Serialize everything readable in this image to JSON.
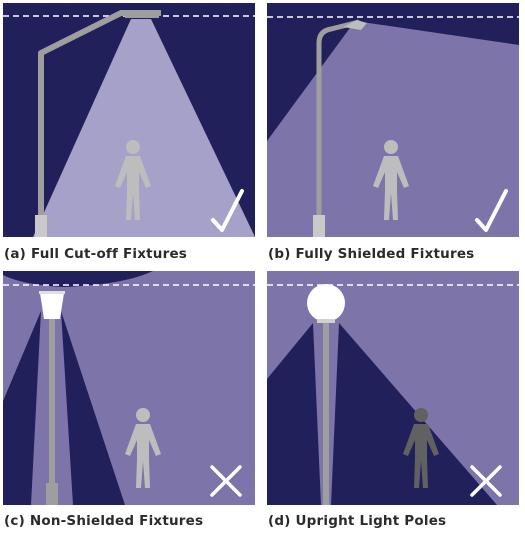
{
  "colors": {
    "night_sky": "#22205b",
    "sky_glow": "#7d75a9",
    "light_beam": "#a6a1c9",
    "pole": "#9e9e9e",
    "lamp": "#ffffff",
    "person_lit": "#bdbdbd",
    "person_dim": "#9a9a9a",
    "person_dark": "#616161",
    "mark": "#ffffff",
    "caption_text": "#2b2b2b"
  },
  "panels": [
    {
      "caption": "(a) Full Cut-off Fixtures",
      "fixture": "full-cutoff-arm",
      "mark": "check-mark-icon"
    },
    {
      "caption": "(b) Fully Shielded Fixtures",
      "fixture": "shielded-arm",
      "mark": "check-mark-icon"
    },
    {
      "caption": "(c) Non-Shielded Fixtures",
      "fixture": "unshielded-lantern",
      "mark": "cross-mark-icon"
    },
    {
      "caption": "(d) Upright Light Poles",
      "fixture": "globe-light",
      "mark": "cross-mark-icon"
    }
  ]
}
